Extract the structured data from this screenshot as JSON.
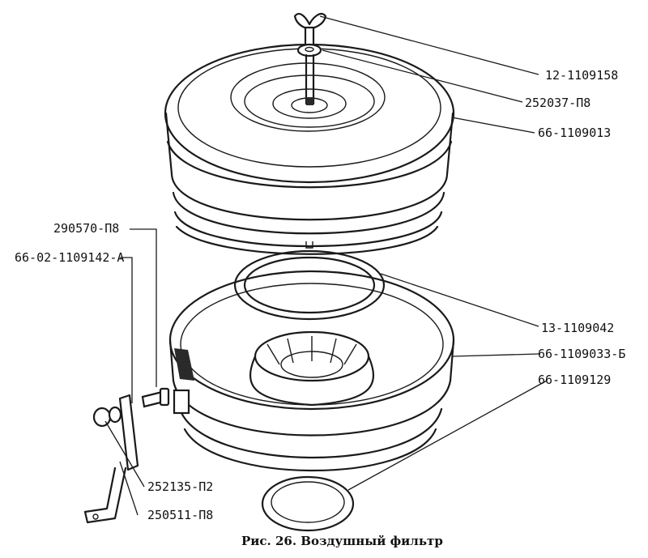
{
  "caption": "Рис. 26. Воздушный фильтр",
  "labels": {
    "wing_nut": "12-1109158",
    "washer_top": "252037-П8",
    "cover": "66-1109013",
    "bolt": "290570-П8",
    "bracket": "66-02-1109142-А",
    "seal_ring": "13-1109042",
    "housing": "66-1109033-Б",
    "bottom_gasket": "66-1109129",
    "spring_washer": "252135-П2",
    "nut": "250511-П8"
  }
}
